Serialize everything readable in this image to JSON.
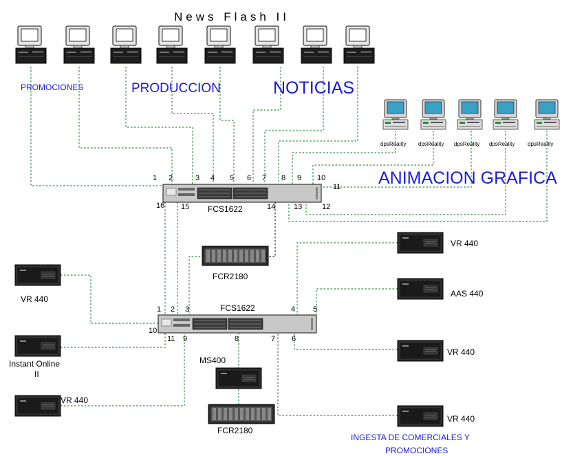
{
  "title": "News   Flash   II",
  "departments": {
    "promociones": "PROMOCIONES",
    "produccion": "PRODUCCION",
    "noticias": "NOTICIAS",
    "animacion": "ANIMACION GRAFICA",
    "ingesta_line1": "INGESTA DE COMERCIALES Y",
    "ingesta_line2": "PROMOCIONES"
  },
  "switches": {
    "top": "FCS1622",
    "bottom": "FCS1622"
  },
  "storage": {
    "fcr_top": "FCR2180",
    "fcr_bottom": "FCR2180",
    "ms400": "MS400"
  },
  "workstation_label": "dpsReality",
  "servers": {
    "vr_right_1": "VR 440",
    "aas_right": "AAS 440",
    "vr_right_2": "VR 440",
    "vr_right_3": "VR 440",
    "vr_left_1": "VR 440",
    "instant_line1": "Instant Online",
    "instant_line2": "II",
    "vr_left_2": "VR 440"
  },
  "ports_top": [
    "1",
    "2",
    "3",
    "4",
    "5",
    "6",
    "7",
    "8",
    "9",
    "10",
    "11",
    "12",
    "13",
    "14",
    "15",
    "16"
  ],
  "ports_bottom": [
    "1",
    "2",
    "3",
    "4",
    "5",
    "6",
    "7",
    "8",
    "9",
    "10",
    "11"
  ],
  "colors": {
    "wire": "#2e8b3c",
    "dept_text": "#1a1adb"
  }
}
